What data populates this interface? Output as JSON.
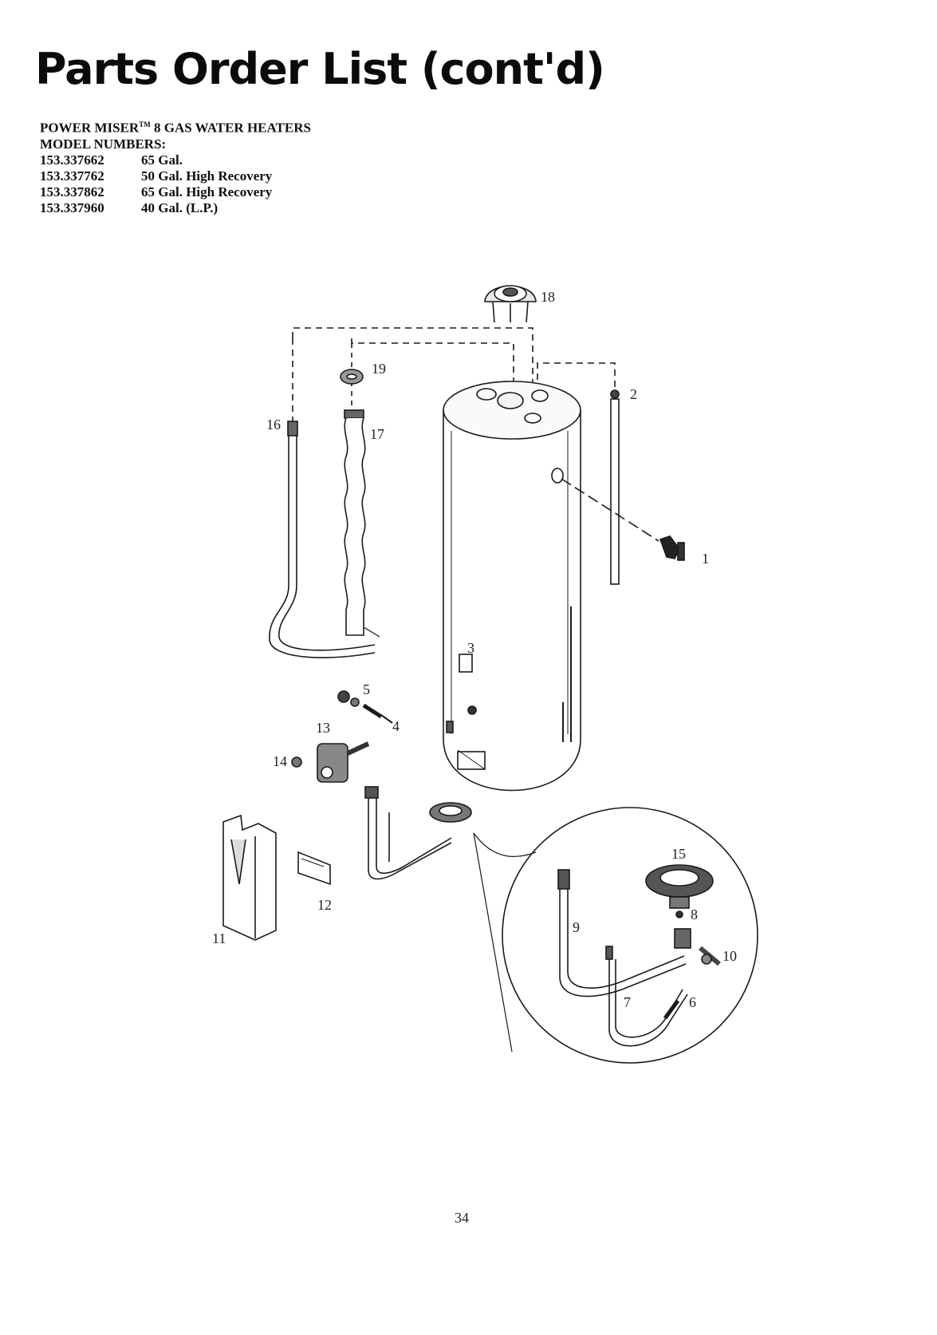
{
  "title": "Parts Order List (cont'd)",
  "product_line": {
    "name": "POWER MISER",
    "trademark": "TM",
    "rest": " 8 GAS WATER HEATERS"
  },
  "model_heading": "MODEL NUMBERS:",
  "models": [
    {
      "number": "153.337662",
      "description": "65 Gal."
    },
    {
      "number": "153.337762",
      "description": "50 Gal. High Recovery"
    },
    {
      "number": "153.337862",
      "description": "65 Gal. High Recovery"
    },
    {
      "number": "153.337960",
      "description": "40 Gal. (L.P.)"
    }
  ],
  "callouts": {
    "c1": "1",
    "c2": "2",
    "c3": "3",
    "c4": "4",
    "c5": "5",
    "c6": "6",
    "c7": "7",
    "c8": "8",
    "c9": "9",
    "c10": "10",
    "c11": "11",
    "c12": "12",
    "c13": "13",
    "c14": "14",
    "c15": "15",
    "c16": "16",
    "c17": "17",
    "c18": "18",
    "c19": "19"
  },
  "page_number": "34"
}
